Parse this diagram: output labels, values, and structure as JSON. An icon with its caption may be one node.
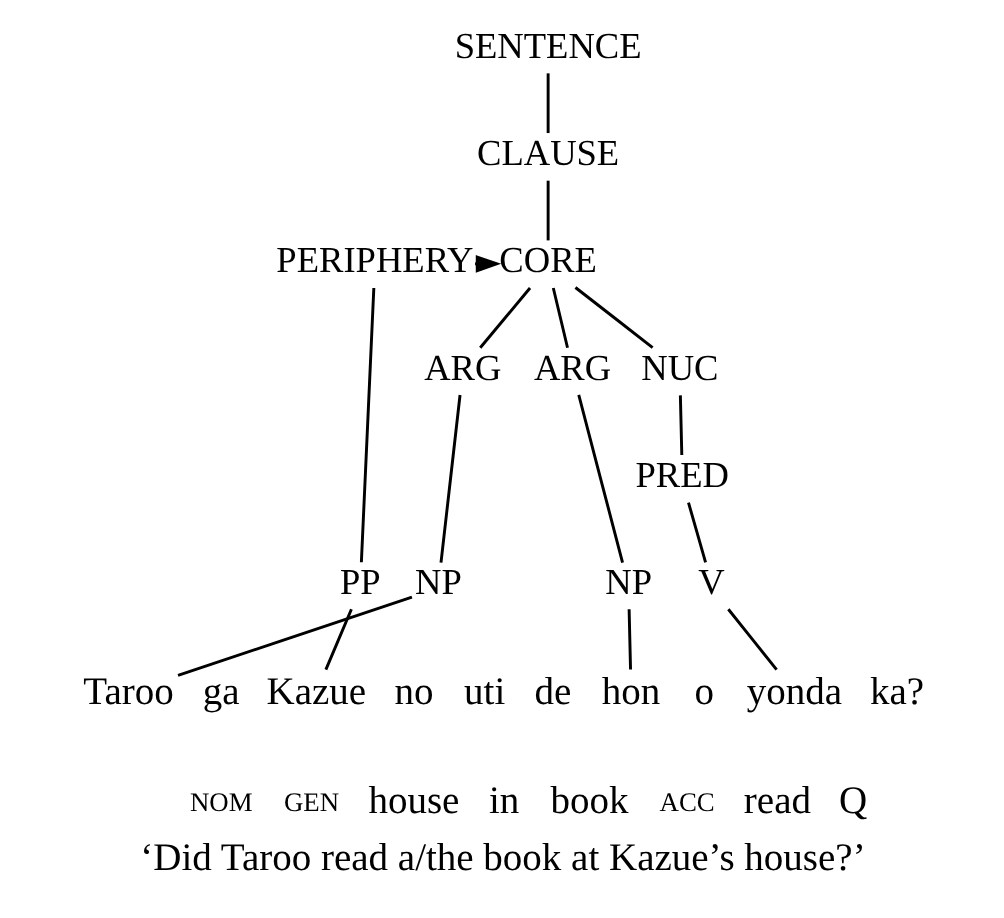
{
  "diagram": {
    "caption": "‘Did Taroo read a/the book at Kazue’s house?’",
    "nodes": [
      {
        "text": [
          "SENTENCE"
        ]
      },
      {
        "text": [
          "CLAUSE"
        ]
      },
      {
        "text": [
          "PERIPHERY"
        ]
      },
      {
        "text": [
          "CORE"
        ]
      },
      {
        "text": [
          "ARG"
        ]
      },
      {
        "text": [
          "ARG"
        ]
      },
      {
        "text": [
          "NUC"
        ]
      },
      {
        "text": [
          "PRED"
        ]
      },
      {
        "text": [
          "NP"
        ]
      },
      {
        "text": [
          "PP"
        ]
      },
      {
        "text": [
          "NP"
        ]
      },
      {
        "text": [
          "V"
        ]
      },
      {
        "text": [
          "Taroo"
        ]
      },
      {
        "text": [
          "Kazue"
        ]
      },
      {
        "text": [
          "hon"
        ]
      },
      {
        "text": [
          "yonda"
        ]
      }
    ],
    "edges": [
      {
        "from": 0,
        "to": 1,
        "arrow": "none"
      },
      {
        "from": 1,
        "to": 3,
        "arrow": "none"
      },
      {
        "from": 2,
        "to": 3,
        "arrow": "to"
      },
      {
        "from": 3,
        "to": 4,
        "arrow": "none"
      },
      {
        "from": 3,
        "to": 5,
        "arrow": "none"
      },
      {
        "from": 3,
        "to": 6,
        "arrow": "none"
      },
      {
        "from": 6,
        "to": 7,
        "arrow": "none"
      },
      {
        "from": 4,
        "to": 8,
        "arrow": "none"
      },
      {
        "from": 2,
        "to": 9,
        "arrow": "none"
      },
      {
        "from": 5,
        "to": 10,
        "arrow": "none"
      },
      {
        "from": 7,
        "to": 11,
        "arrow": "none"
      },
      {
        "from": 8,
        "to": 12,
        "arrow": "none"
      },
      {
        "from": 9,
        "to": 13,
        "arrow": "none"
      },
      {
        "from": 10,
        "to": 14,
        "arrow": "none"
      },
      {
        "from": 11,
        "to": 15,
        "arrow": "none"
      }
    ],
    "labels": [
      "ga",
      "no",
      "uti",
      "de",
      "o",
      "ka?",
      "NOM",
      "GEN",
      "house",
      "in",
      "book",
      "ACC",
      "read",
      "Q"
    ]
  }
}
